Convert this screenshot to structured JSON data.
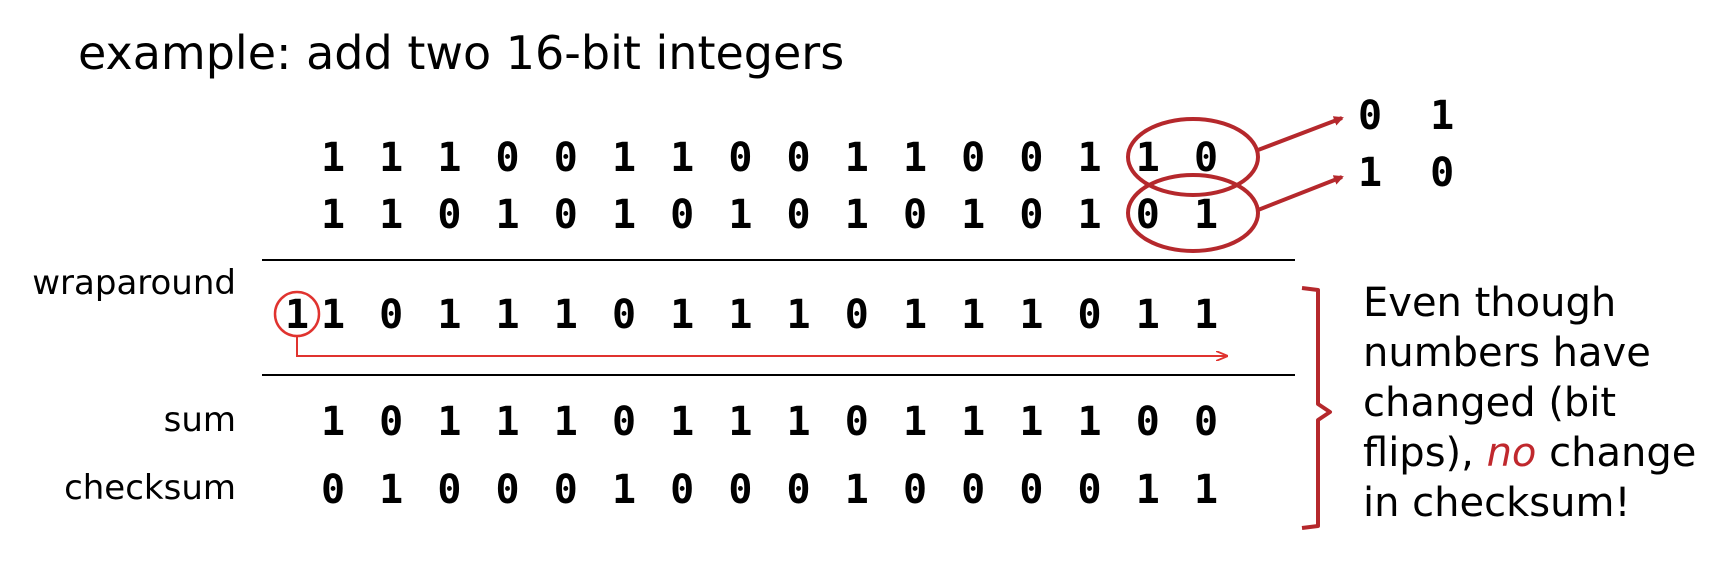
{
  "title": "example: add two 16-bit integers",
  "rows": {
    "a": {
      "label": "",
      "bits": [
        "1",
        "1",
        "1",
        "0",
        "0",
        "1",
        "1",
        "0",
        "0",
        "1",
        "1",
        "0",
        "0",
        "1",
        "1",
        "0"
      ]
    },
    "b": {
      "label": "",
      "bits": [
        "1",
        "1",
        "0",
        "1",
        "0",
        "1",
        "0",
        "1",
        "0",
        "1",
        "0",
        "1",
        "0",
        "1",
        "0",
        "1"
      ]
    },
    "wraparound": {
      "label": "wraparound",
      "carry": "1",
      "bits": [
        "1",
        "0",
        "1",
        "1",
        "1",
        "0",
        "1",
        "1",
        "1",
        "0",
        "1",
        "1",
        "1",
        "0",
        "1",
        "1"
      ]
    },
    "sum": {
      "label": "sum",
      "bits": [
        "1",
        "0",
        "1",
        "1",
        "1",
        "0",
        "1",
        "1",
        "1",
        "0",
        "1",
        "1",
        "1",
        "1",
        "0",
        "0"
      ]
    },
    "checksum": {
      "label": "checksum",
      "bits": [
        "0",
        "1",
        "0",
        "0",
        "0",
        "1",
        "0",
        "0",
        "0",
        "1",
        "0",
        "0",
        "0",
        "0",
        "1",
        "1"
      ]
    }
  },
  "flipped_pairs": {
    "first": "0 1",
    "second": "1 0"
  },
  "note": {
    "line1": "Even though",
    "line2": "numbers have",
    "line3": "changed (bit",
    "line4_pre": "flips), ",
    "line4_em": "no",
    "line4_post": " change",
    "line5": "in checksum!"
  },
  "colors": {
    "accent": "#b5282c",
    "wrap_arrow": "#e0332f",
    "text": "#000000"
  },
  "icons": [
    "circle-highlight",
    "arrow-right-icon",
    "brace-right-icon"
  ]
}
